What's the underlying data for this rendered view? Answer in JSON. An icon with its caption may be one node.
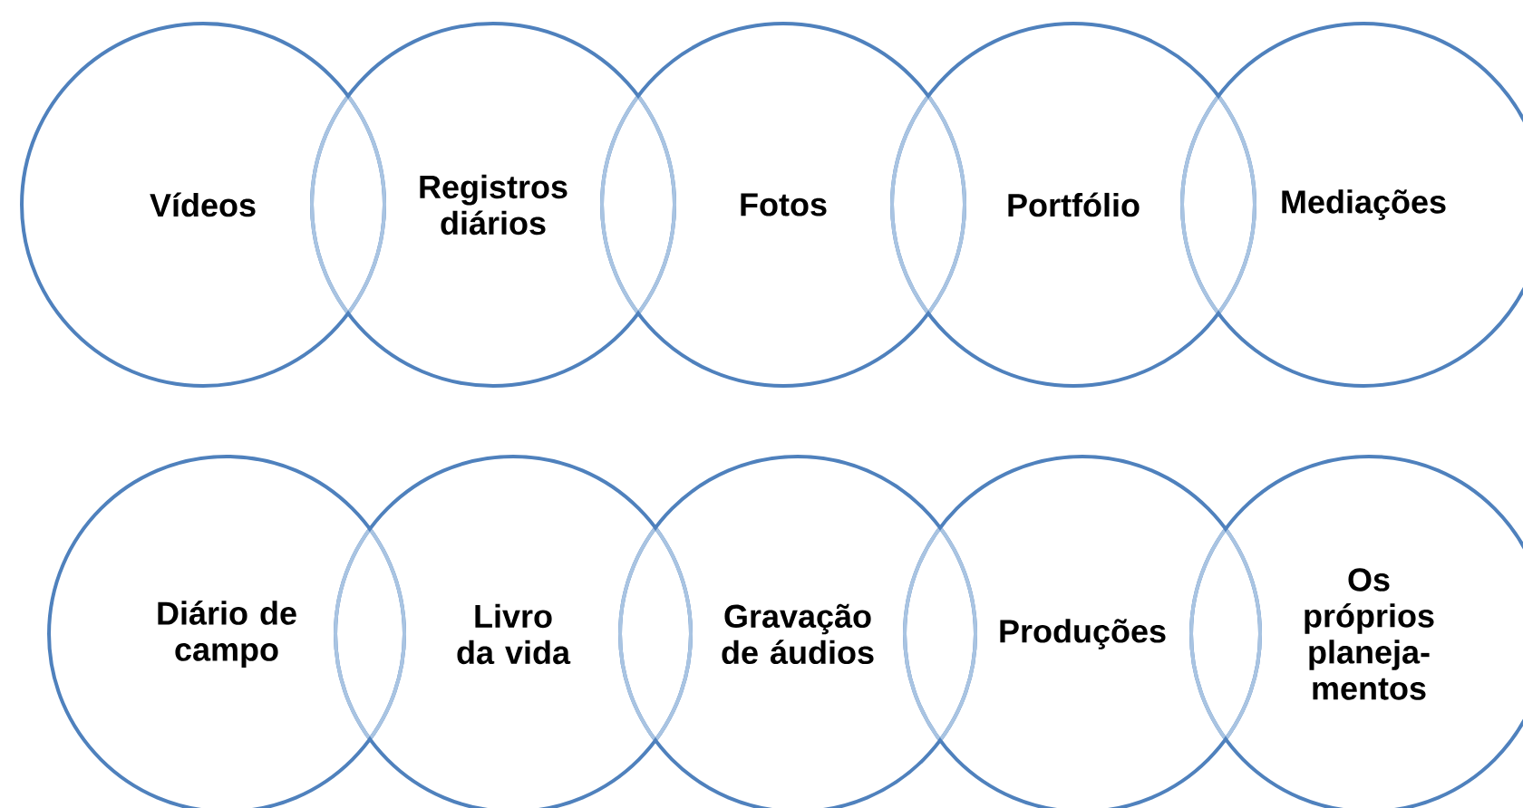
{
  "diagram": {
    "nodes": [
      {
        "text": [
          "Vídeos"
        ]
      },
      {
        "text": [
          "Registros diários"
        ]
      },
      {
        "text": [
          "Fotos"
        ]
      },
      {
        "text": [
          "Portfólio"
        ]
      },
      {
        "text": [
          "Mediações"
        ]
      },
      {
        "text": [
          "Diário de campo"
        ]
      },
      {
        "text": [
          "Livro da vida"
        ]
      },
      {
        "text": [
          "Gravação de áudios"
        ]
      },
      {
        "text": [
          "Produções"
        ]
      },
      {
        "text": [
          "Os próprios planeja- mentos"
        ]
      }
    ]
  }
}
